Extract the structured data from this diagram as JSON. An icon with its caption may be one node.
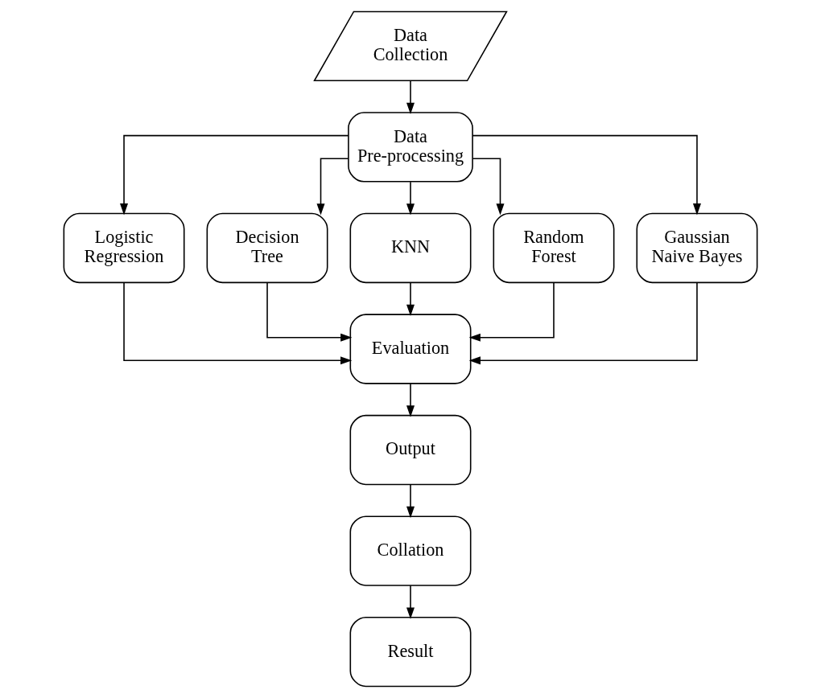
{
  "diagram": {
    "nodes": [
      {
        "text": [
          "Data Collection"
        ]
      },
      {
        "text": [
          "Data Pre-processing"
        ]
      },
      {
        "text": [
          "Logistic Regression"
        ]
      },
      {
        "text": [
          "Decision Tree"
        ]
      },
      {
        "text": [
          "KNN"
        ]
      },
      {
        "text": [
          "Random Forest"
        ]
      },
      {
        "text": [
          "Gaussian Naive Bayes"
        ]
      },
      {
        "text": [
          "Evaluation"
        ]
      },
      {
        "text": [
          "Output"
        ]
      },
      {
        "text": [
          "Collation"
        ]
      },
      {
        "text": [
          "Result"
        ]
      }
    ],
    "edges": [
      {
        "from": 0,
        "to": 1,
        "arrow": "to"
      },
      {
        "from": 1,
        "to": 2,
        "arrow": "to"
      },
      {
        "from": 1,
        "to": 3,
        "arrow": "to"
      },
      {
        "from": 1,
        "to": 4,
        "arrow": "to"
      },
      {
        "from": 1,
        "to": 5,
        "arrow": "to"
      },
      {
        "from": 1,
        "to": 6,
        "arrow": "to"
      },
      {
        "from": 2,
        "to": 7,
        "arrow": "to"
      },
      {
        "from": 3,
        "to": 7,
        "arrow": "to"
      },
      {
        "from": 4,
        "to": 7,
        "arrow": "to"
      },
      {
        "from": 5,
        "to": 7,
        "arrow": "to"
      },
      {
        "from": 6,
        "to": 7,
        "arrow": "to"
      },
      {
        "from": 7,
        "to": 8,
        "arrow": "to"
      },
      {
        "from": 8,
        "to": 9,
        "arrow": "to"
      },
      {
        "from": 9,
        "to": 10,
        "arrow": "to"
      }
    ]
  }
}
